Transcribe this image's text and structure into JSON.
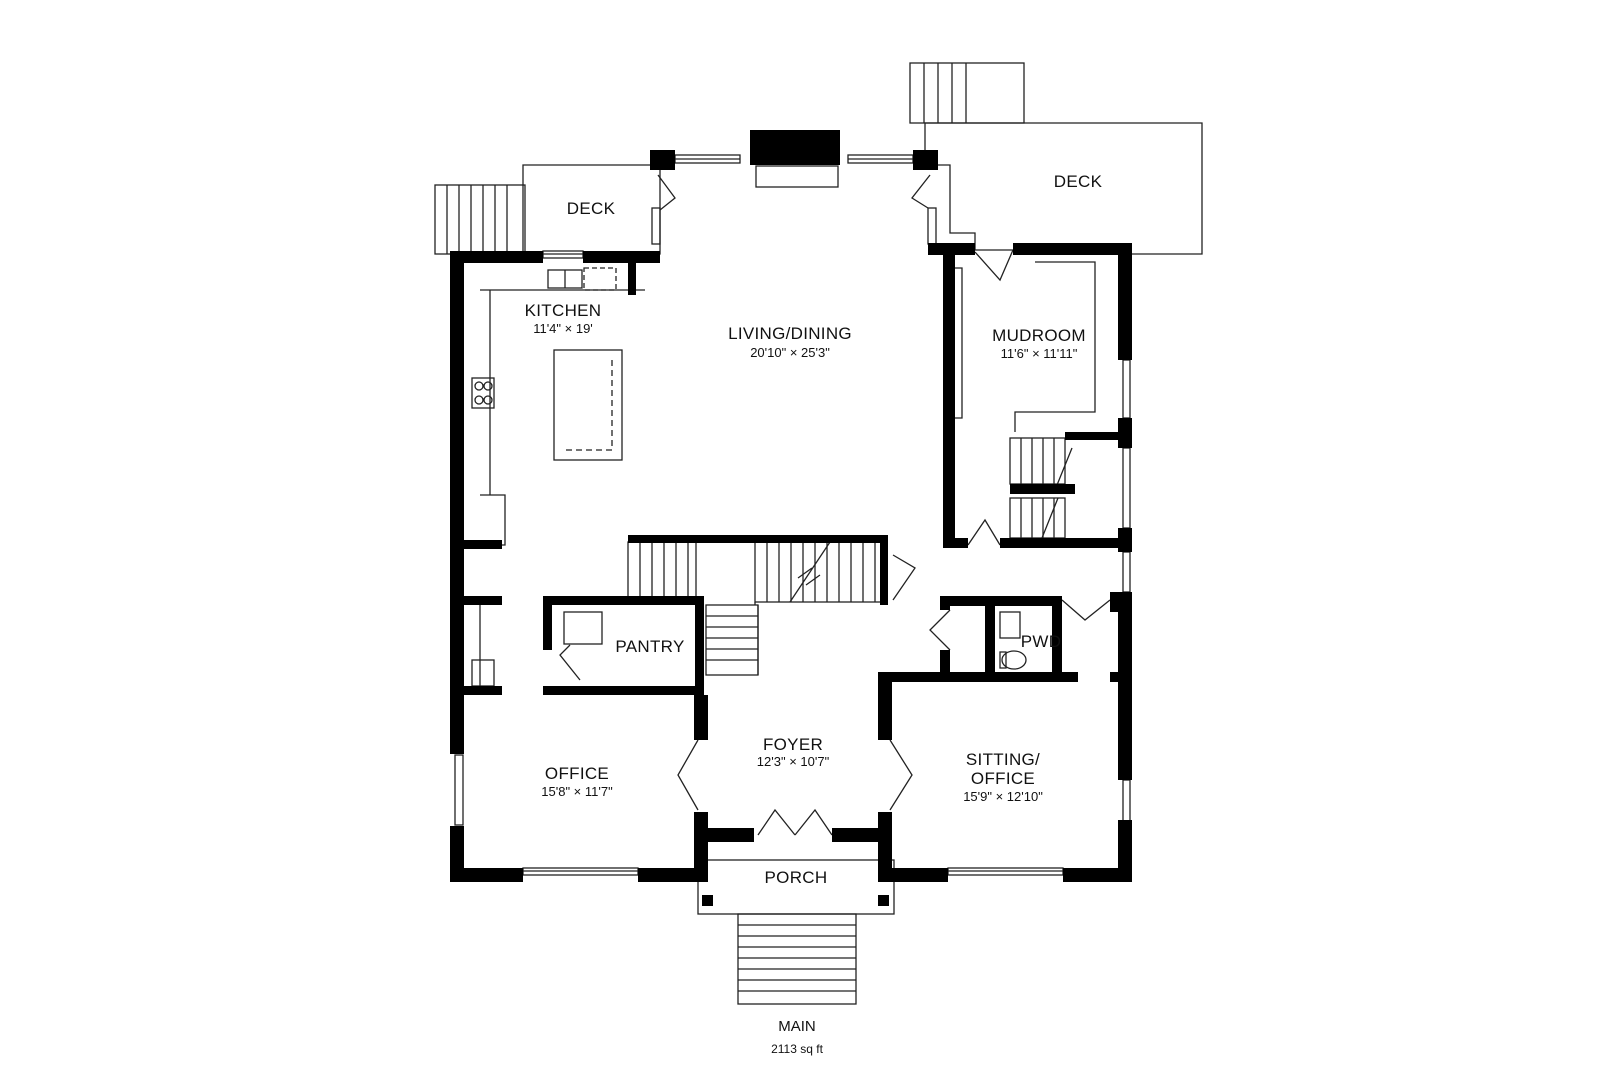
{
  "rooms": {
    "deck_left": {
      "name": "DECK"
    },
    "deck_right": {
      "name": "DECK"
    },
    "kitchen": {
      "name": "KITCHEN",
      "dims": "11'4\" × 19'"
    },
    "living": {
      "name": "LIVING/DINING",
      "dims": "20'10\" × 25'3\""
    },
    "mudroom": {
      "name": "MUDROOM",
      "dims": "11'6\" × 11'11\""
    },
    "pantry": {
      "name": "PANTRY"
    },
    "pwd": {
      "name": "PWD"
    },
    "foyer": {
      "name": "FOYER",
      "dims": "12'3\" × 10'7\""
    },
    "office": {
      "name": "OFFICE",
      "dims": "15'8\" × 11'7\""
    },
    "sitting": {
      "name": "SITTING/",
      "name2": "OFFICE",
      "dims": "15'9\" × 12'10\""
    },
    "porch": {
      "name": "PORCH"
    }
  },
  "footer": {
    "title": "MAIN",
    "area": "2113 sq ft"
  },
  "colors": {
    "wall": "#000000",
    "line": "#222222",
    "background": "#ffffff"
  }
}
